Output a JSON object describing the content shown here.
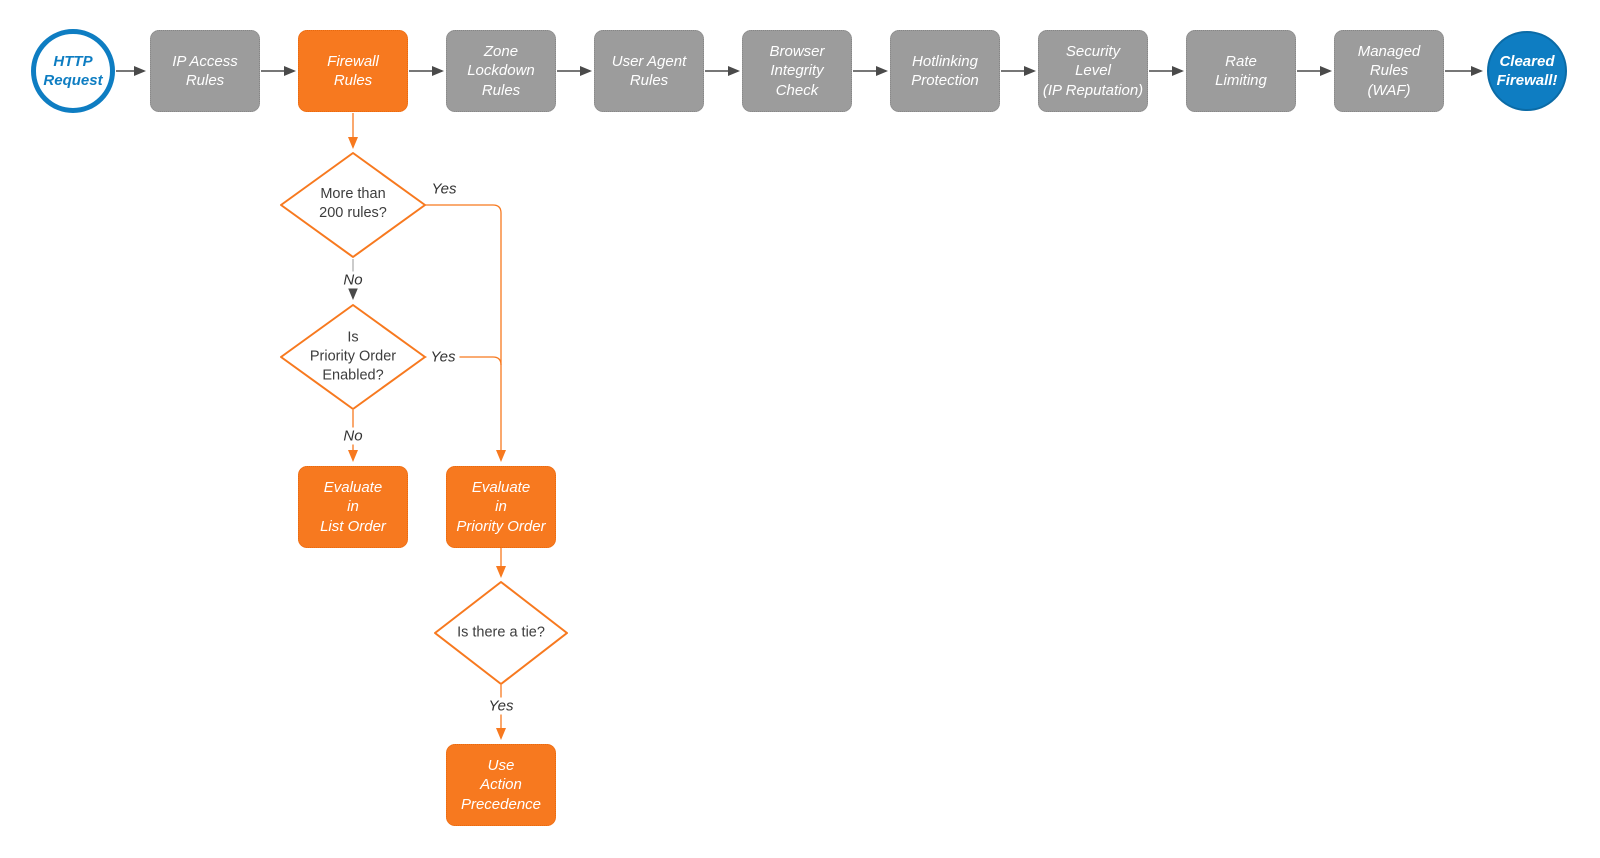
{
  "colors": {
    "accent_orange": "#f7791f",
    "accent_blue": "#0e7dc2",
    "stage_gray": "#9c9c9c",
    "arrow_gray": "#4a4a4a"
  },
  "pipeline": {
    "start": {
      "label": "HTTP\nRequest"
    },
    "stages": [
      {
        "label": "IP Access\nRules",
        "highlight": false
      },
      {
        "label": "Firewall\nRules",
        "highlight": true
      },
      {
        "label": "Zone\nLockdown\nRules",
        "highlight": false
      },
      {
        "label": "User Agent\nRules",
        "highlight": false
      },
      {
        "label": "Browser\nIntegrity\nCheck",
        "highlight": false
      },
      {
        "label": "Hotlinking\nProtection",
        "highlight": false
      },
      {
        "label": "Security\nLevel\n(IP Reputation)",
        "highlight": false
      },
      {
        "label": "Rate\nLimiting",
        "highlight": false
      },
      {
        "label": "Managed\nRules\n(WAF)",
        "highlight": false
      }
    ],
    "end": {
      "label": "Cleared\nFirewall!"
    }
  },
  "decisions": {
    "rule_count": {
      "question": "More than\n200 rules?",
      "yes": "Yes",
      "no": "No"
    },
    "priority_order": {
      "question": "Is\nPriority Order\nEnabled?",
      "yes": "Yes",
      "no": "No"
    },
    "tie": {
      "question": "Is there a tie?",
      "yes": "Yes"
    }
  },
  "actions": {
    "list_order": {
      "label": "Evaluate\nin\nList Order"
    },
    "priority_order": {
      "label": "Evaluate\nin\nPriority Order"
    },
    "action_precedence": {
      "label": "Use\nAction\nPrecedence"
    }
  }
}
